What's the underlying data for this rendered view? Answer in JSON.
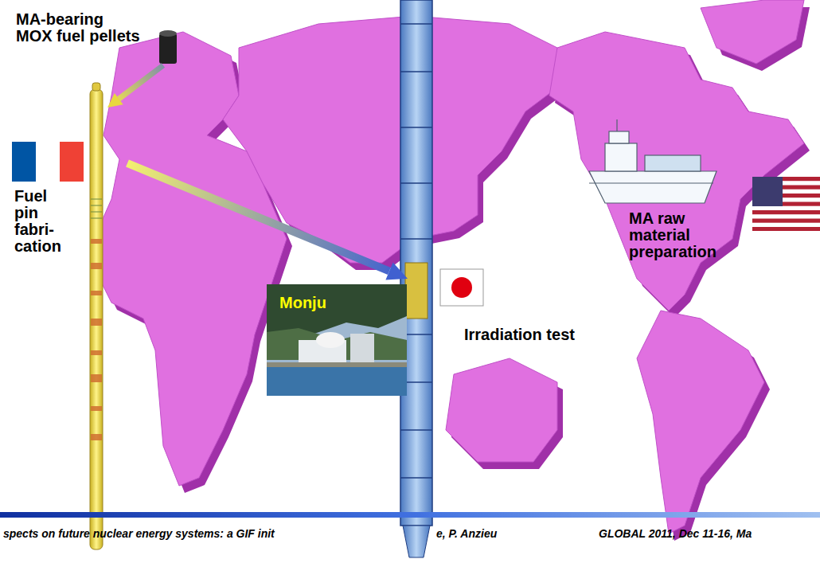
{
  "diagram": {
    "nodes": [
      {
        "text": [
          "Monju"
        ]
      }
    ],
    "labels": [
      "MA-bearing MOX fuel pellets",
      "Fuel pin fabri-cation",
      "Irradiation test",
      "MA raw material preparation",
      "spects on future nuclear energy systems: a GIF init",
      "e, P. Anzieu",
      "GLOBAL 2011, Dec 11-16, Ma"
    ]
  }
}
